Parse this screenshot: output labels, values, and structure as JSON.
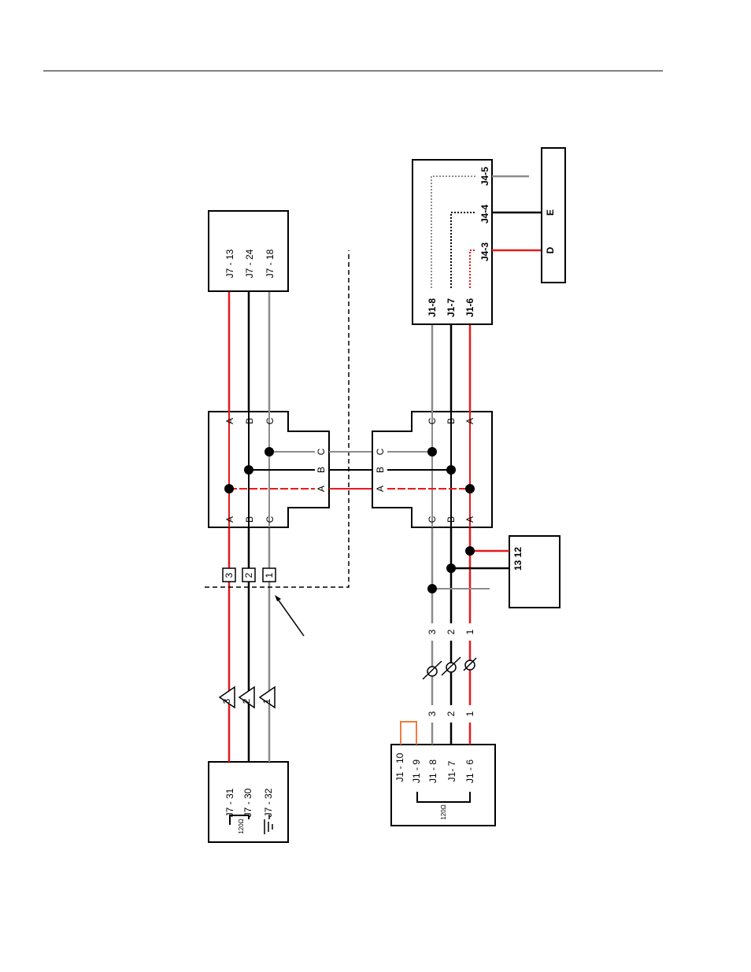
{
  "colors": {
    "red": "#e8191c",
    "black": "#000000",
    "gray": "#8c8c8c",
    "orange": "#ee7d3c"
  },
  "top": {
    "left_box": {
      "pins": [
        "J7 - 31",
        "J7 - 30",
        "J7 - 32"
      ],
      "resistor": "120Ω"
    },
    "triangles": [
      "3",
      "2",
      "1"
    ],
    "boxes": [
      "3",
      "2",
      "1"
    ],
    "conn_outer_left": [
      "A",
      "B",
      "C"
    ],
    "conn_outer_right": [
      "A",
      "B",
      "C"
    ],
    "conn_inner": [
      "A",
      "B",
      "C"
    ],
    "right_box": {
      "pins": [
        "J7 - 13",
        "J7 - 24",
        "J7 - 18"
      ]
    }
  },
  "bottom": {
    "left_box": {
      "pins": [
        "J1 - 10",
        "J1 - 9",
        "J1 - 8",
        "J1- 7",
        "J1 - 6"
      ],
      "resistor": "120Ω"
    },
    "wire_nums_a": [
      "3",
      "2",
      "1"
    ],
    "wire_nums_b": [
      "3",
      "2",
      "1"
    ],
    "conn_inner": [
      "C",
      "B",
      "A"
    ],
    "conn_outer_left": [
      "C",
      "B",
      "A"
    ],
    "conn_outer_right": [
      "C",
      "B",
      "A"
    ],
    "side_box": {
      "pins": "13 12"
    },
    "right_box": {
      "left_pins": [
        "J1-8",
        "J1-7",
        "J1-6"
      ],
      "right_pins": [
        "J4-5",
        "J4-4",
        "J4-3"
      ]
    },
    "far_box": {
      "labels": [
        "E",
        "D"
      ]
    }
  }
}
